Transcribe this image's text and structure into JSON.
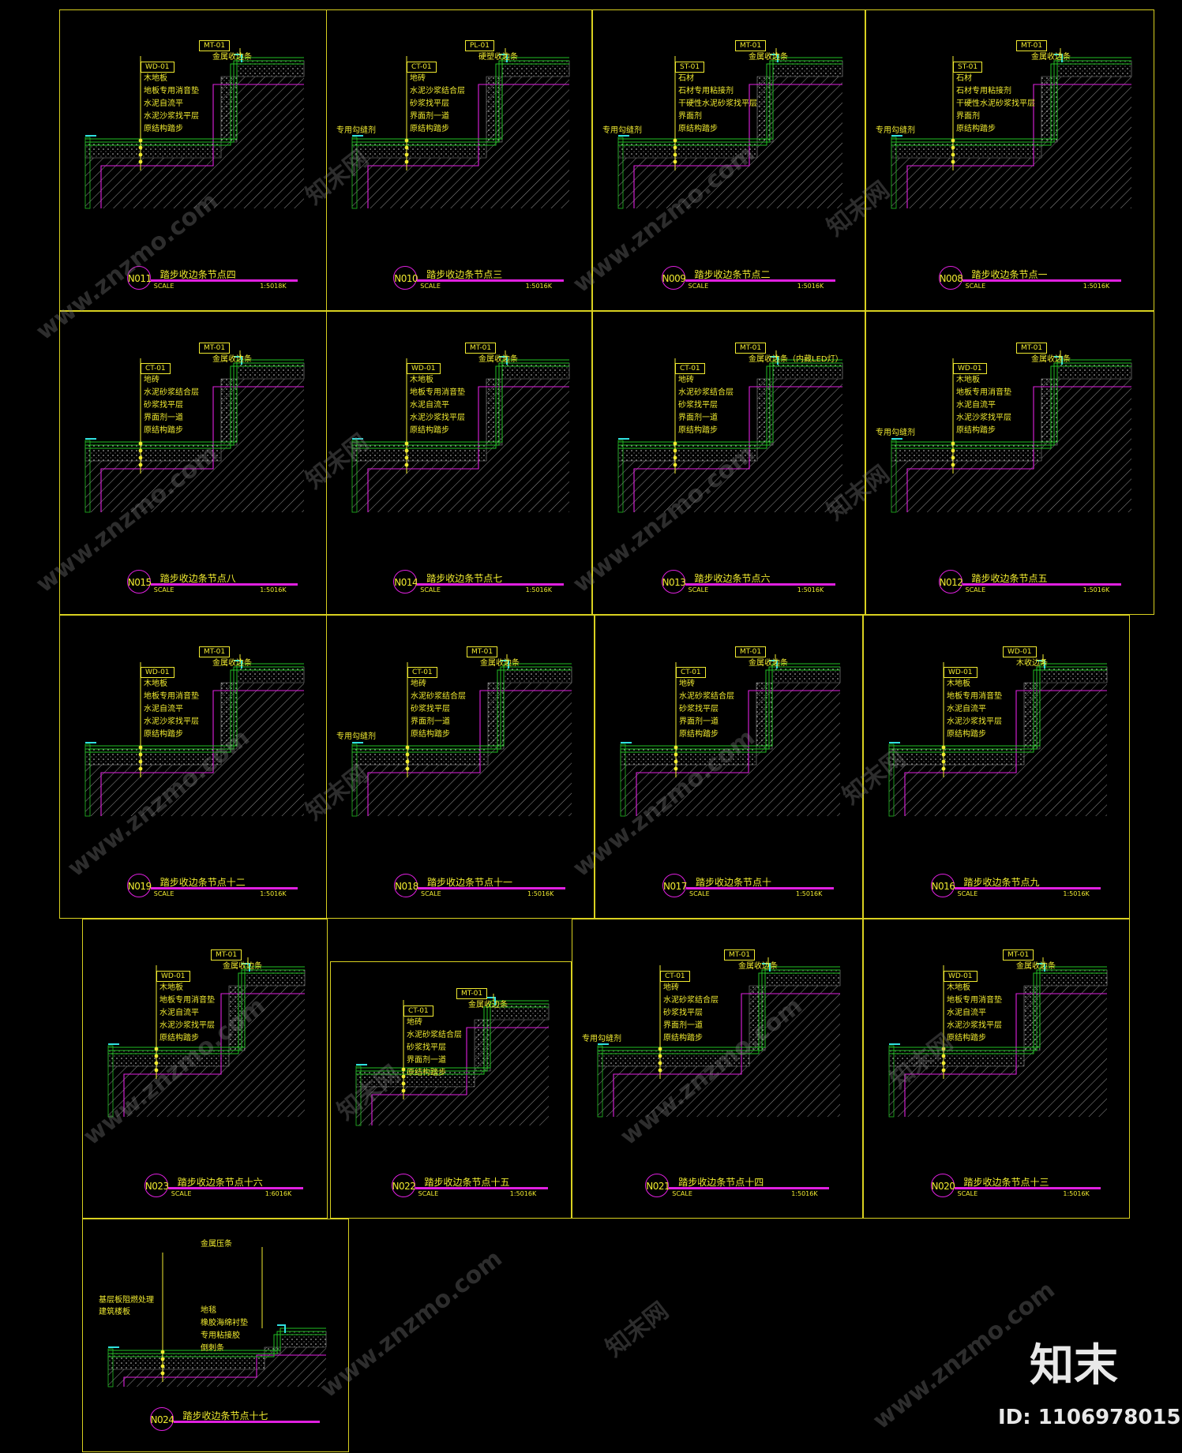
{
  "drawing": {
    "details": [
      {
        "id": "N011",
        "title": "踏步收边条节点四",
        "scale": "SCALE",
        "ratio": "1:5018K",
        "tags": [
          "MT-01",
          "WD-01"
        ],
        "labels": [
          "金属收边条",
          "木地板",
          "地板专用消音垫",
          "水泥自流平",
          "水泥沙浆找平层",
          "原结构踏步"
        ],
        "sealant": ""
      },
      {
        "id": "N010",
        "title": "踏步收边条节点三",
        "scale": "SCALE",
        "ratio": "1:5016K",
        "tags": [
          "PL-01",
          "CT-01"
        ],
        "labels": [
          "硬塑收边条",
          "地砖",
          "水泥沙浆结合层",
          "砂浆找平层",
          "界面剂一道",
          "原结构踏步"
        ],
        "sealant": "专用勾缝剂"
      },
      {
        "id": "N009",
        "title": "踏步收边条节点二",
        "scale": "SCALE",
        "ratio": "1:5016K",
        "tags": [
          "MT-01",
          "ST-01"
        ],
        "labels": [
          "金属收边条",
          "石材",
          "石材专用粘接剂",
          "干硬性水泥砂浆找平层",
          "界面剂",
          "原结构踏步"
        ],
        "sealant": "专用勾缝剂"
      },
      {
        "id": "N008",
        "title": "踏步收边条节点一",
        "scale": "SCALE",
        "ratio": "1:5016K",
        "tags": [
          "MT-01",
          "ST-01"
        ],
        "labels": [
          "金属收边条",
          "石材",
          "石材专用粘接剂",
          "干硬性水泥砂浆找平层",
          "界面剂",
          "原结构踏步"
        ],
        "sealant": "专用勾缝剂"
      },
      {
        "id": "N015",
        "title": "踏步收边条节点八",
        "scale": "SCALE",
        "ratio": "1:5016K",
        "tags": [
          "MT-01",
          "CT-01"
        ],
        "labels": [
          "金属收边条",
          "地砖",
          "水泥砂浆结合层",
          "砂浆找平层",
          "界面剂一道",
          "原结构踏步"
        ],
        "sealant": ""
      },
      {
        "id": "N014",
        "title": "踏步收边条节点七",
        "scale": "SCALE",
        "ratio": "1:5016K",
        "tags": [
          "MT-01",
          "WD-01"
        ],
        "labels": [
          "金属收边条",
          "木地板",
          "地板专用消音垫",
          "水泥自流平",
          "水泥沙浆找平层",
          "原结构踏步"
        ],
        "sealant": ""
      },
      {
        "id": "N013",
        "title": "踏步收边条节点六",
        "scale": "SCALE",
        "ratio": "1:5016K",
        "tags": [
          "MT-01",
          "CT-01"
        ],
        "labels": [
          "金属收边条（内藏LED灯）",
          "地砖",
          "水泥砂浆结合层",
          "砂浆找平层",
          "界面剂一道",
          "原结构踏步"
        ],
        "sealant": ""
      },
      {
        "id": "N012",
        "title": "踏步收边条节点五",
        "scale": "SCALE",
        "ratio": "1:5016K",
        "tags": [
          "MT-01",
          "WD-01"
        ],
        "labels": [
          "金属收边条",
          "木地板",
          "地板专用消音垫",
          "水泥自流平",
          "水泥沙浆找平层",
          "原结构踏步"
        ],
        "sealant": "专用勾缝剂"
      },
      {
        "id": "N019",
        "title": "踏步收边条节点十二",
        "scale": "SCALE",
        "ratio": "1:5016K",
        "tags": [
          "MT-01",
          "WD-01"
        ],
        "labels": [
          "金属收边条",
          "木地板",
          "地板专用消音垫",
          "水泥自流平",
          "水泥沙浆找平层",
          "原结构踏步"
        ],
        "sealant": ""
      },
      {
        "id": "N018",
        "title": "踏步收边条节点十一",
        "scale": "SCALE",
        "ratio": "1:5016K",
        "tags": [
          "MT-01",
          "CT-01"
        ],
        "labels": [
          "金属收边条",
          "地砖",
          "水泥砂浆结合层",
          "砂浆找平层",
          "界面剂一道",
          "原结构踏步"
        ],
        "sealant": "专用勾缝剂"
      },
      {
        "id": "N017",
        "title": "踏步收边条节点十",
        "scale": "SCALE",
        "ratio": "1:5016K",
        "tags": [
          "MT-01",
          "CT-01"
        ],
        "labels": [
          "金属收边条",
          "地砖",
          "水泥砂浆结合层",
          "砂浆找平层",
          "界面剂一道",
          "原结构踏步"
        ],
        "sealant": ""
      },
      {
        "id": "N016",
        "title": "踏步收边条节点九",
        "scale": "SCALE",
        "ratio": "1:5016K",
        "tags": [
          "WD-01",
          "WD-01"
        ],
        "labels": [
          "木收边条",
          "木地板",
          "地板专用消音垫",
          "水泥自流平",
          "水泥沙浆找平层",
          "原结构踏步"
        ],
        "sealant": ""
      },
      {
        "id": "N023",
        "title": "踏步收边条节点十六",
        "scale": "SCALE",
        "ratio": "1:6016K",
        "tags": [
          "MT-01",
          "WD-01"
        ],
        "labels": [
          "金属收边条",
          "木地板",
          "地板专用消音垫",
          "水泥自流平",
          "水泥沙浆找平层",
          "原结构踏步"
        ],
        "sealant": ""
      },
      {
        "id": "N022",
        "title": "踏步收边条节点十五",
        "scale": "SCALE",
        "ratio": "1:5016K",
        "tags": [
          "MT-01",
          "CT-01"
        ],
        "labels": [
          "金属收边条",
          "地砖",
          "水泥砂浆结合层",
          "砂浆找平层",
          "界面剂一道",
          "原结构踏步"
        ],
        "sealant": ""
      },
      {
        "id": "N021",
        "title": "踏步收边条节点十四",
        "scale": "SCALE",
        "ratio": "1:5016K",
        "tags": [
          "MT-01",
          "CT-01"
        ],
        "labels": [
          "金属收边条",
          "地砖",
          "水泥砂浆结合层",
          "砂浆找平层",
          "界面剂一道",
          "原结构踏步"
        ],
        "sealant": "专用勾缝剂"
      },
      {
        "id": "N020",
        "title": "踏步收边条节点十三",
        "scale": "SCALE",
        "ratio": "1:5016K",
        "tags": [
          "MT-01",
          "WD-01"
        ],
        "labels": [
          "金属收边条",
          "木地板",
          "地板专用消音垫",
          "水泥自流平",
          "水泥沙浆找平层",
          "原结构踏步"
        ],
        "sealant": ""
      },
      {
        "id": "N024",
        "title": "踏步收边条节点十七",
        "scale": "",
        "ratio": "",
        "tags": [],
        "labels": [
          "金属压条",
          "地毯",
          "橡胶海绵衬垫",
          "专用粘接胶",
          "倒刺条",
          "基层板阻燃处理",
          "建筑楼板"
        ],
        "sealant": ""
      }
    ]
  },
  "watermark": {
    "text": "www.znzmo.com",
    "brand": "知末网"
  },
  "brand": {
    "logo": "知末",
    "id": "ID: 1106978015"
  }
}
